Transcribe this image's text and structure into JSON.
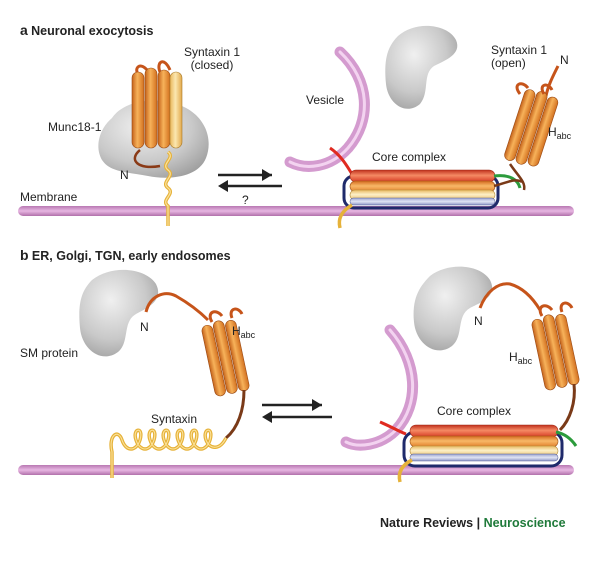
{
  "panel_a": {
    "letter": "a",
    "title": "Neuronal exocytosis",
    "syntaxin_closed_line1": "Syntaxin 1",
    "syntaxin_closed_line2": "(closed)",
    "munc_label": "Munc18-1",
    "n_left": "N",
    "vesicle_label": "Vesicle",
    "syntaxin_open_line1": "Syntaxin 1",
    "syntaxin_open_line2": "(open)",
    "n_open": "N",
    "habc_main": "H",
    "habc_sub": "abc",
    "core_complex": "Core complex",
    "question": "?",
    "membrane_label": "Membrane"
  },
  "panel_b": {
    "letter": "b",
    "title": "ER, Golgi, TGN, early endosomes",
    "sm_protein": "SM  protein",
    "n_left": "N",
    "habc_left_main": "H",
    "habc_left_sub": "abc",
    "syntaxin_label": "Syntaxin",
    "n_right": "N",
    "habc_right_main": "H",
    "habc_right_sub": "abc",
    "core_complex": "Core complex"
  },
  "credit": {
    "journal": "Nature Reviews",
    "separator": " | ",
    "section": "Neuroscience"
  },
  "colors": {
    "membrane": "#d49bcf",
    "sm_protein": "#c8c8c8",
    "helix_orange": "#f0962a",
    "helix_yellow": "#f5d07a",
    "helix_red": "#e8442a",
    "linker_brown": "#7a3a18",
    "green_linker": "#2c9b3c",
    "navy": "#1f2a6b",
    "credit_green": "#1f7a3a"
  }
}
